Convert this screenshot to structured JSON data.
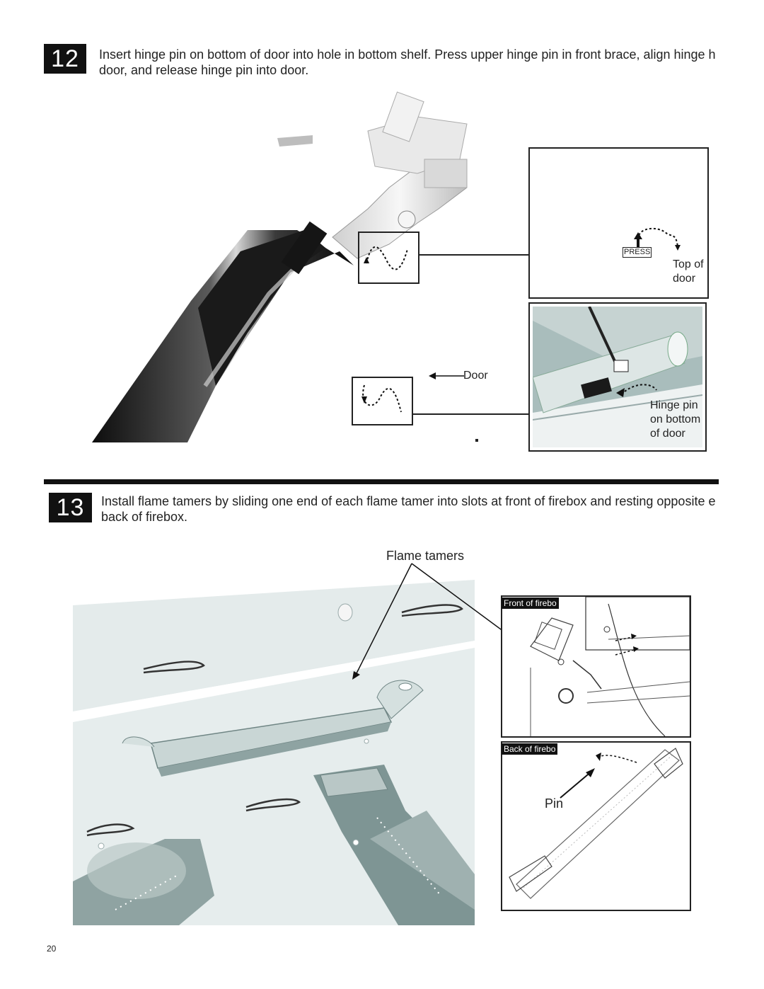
{
  "step12": {
    "number": "12",
    "line1": "Insert hinge pin on bottom of door into hole in bottom shelf. Press upper hinge pin in front brace, align hinge h",
    "line2": "door, and release hinge pin into door.",
    "callouts": {
      "press": "PRESS",
      "top_of_door_1": "Top of",
      "top_of_door_2": "door",
      "door": "Door",
      "hinge_1": "Hinge pin",
      "hinge_2": "on bottom",
      "hinge_3": "of door"
    }
  },
  "step13": {
    "number": "13",
    "line1": "Install flame tamers by sliding one end of each flame tamer into slots at front of firebox and resting opposite e",
    "line2": "back of firebox.",
    "callouts": {
      "flame_tamers": "Flame tamers",
      "front_of_firebox": "Front of firebo",
      "back_of_firebox": "Back of firebo",
      "pin": "Pin"
    }
  },
  "page_number": "20",
  "colors": {
    "ink": "#111111",
    "steel_light": "#dfe6e6",
    "steel_mid": "#b9c7c6",
    "steel_dark": "#6f8584",
    "tube_dark": "#1c1c1c"
  }
}
